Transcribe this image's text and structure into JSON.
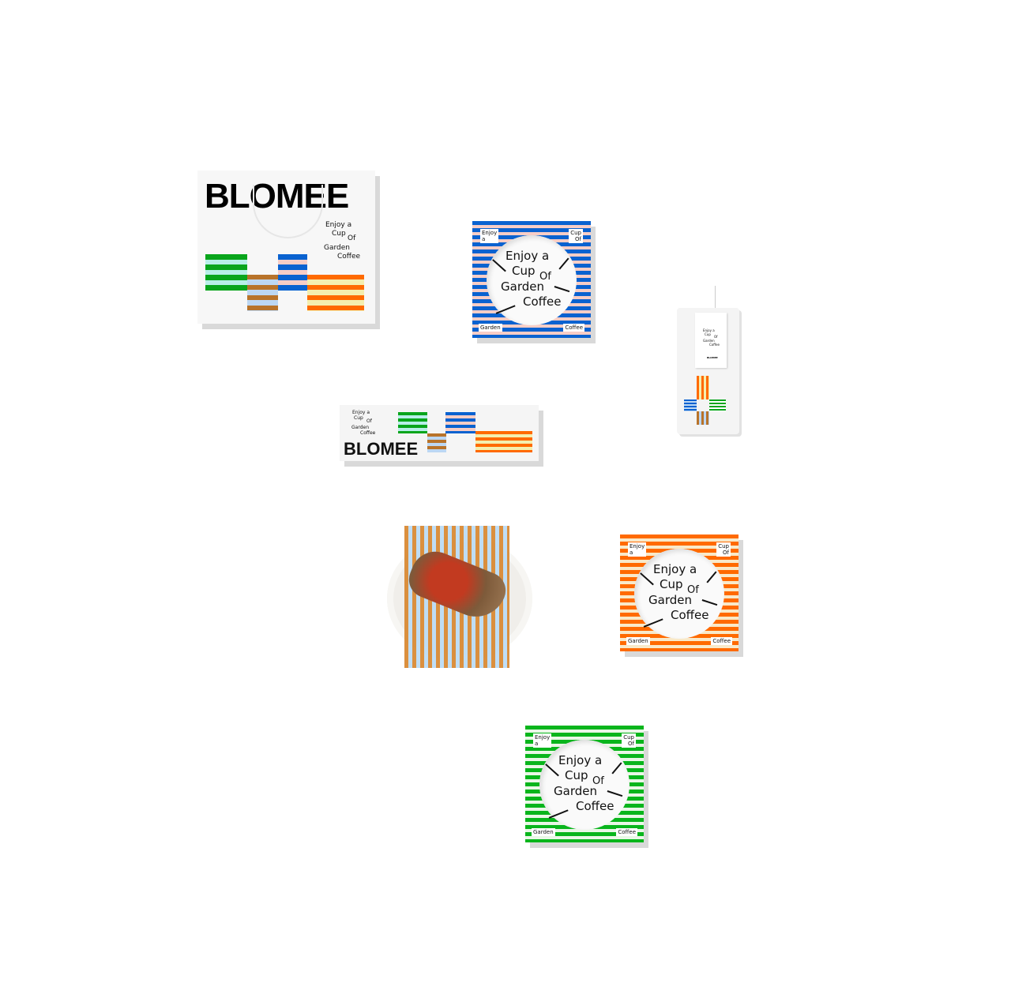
{
  "brand": "BLOMEE",
  "slogan": {
    "l1": "Enjoy a",
    "l2": "Cup",
    "l3": "Of",
    "l4": "Garden",
    "l5": "Coffee"
  },
  "corners": {
    "tl1": "Enjoy",
    "tl2": "a",
    "tr1": "Cup",
    "tr2": "Of",
    "bl": "Garden",
    "br": "Coffee"
  },
  "colors": {
    "green": "#09a51c",
    "blue": "#0a62d0",
    "orange": "#ff6a00",
    "brown": "#b8732a",
    "pink": "#f7cdc6",
    "pale_yellow": "#f4eeaf",
    "light_blue": "#bcd7f3",
    "mint": "#b8efe8"
  },
  "items": [
    "shopping-bag",
    "blue-coaster",
    "coffee-drip-bag",
    "gift-box",
    "plate-with-toast",
    "orange-coaster",
    "green-coaster"
  ]
}
